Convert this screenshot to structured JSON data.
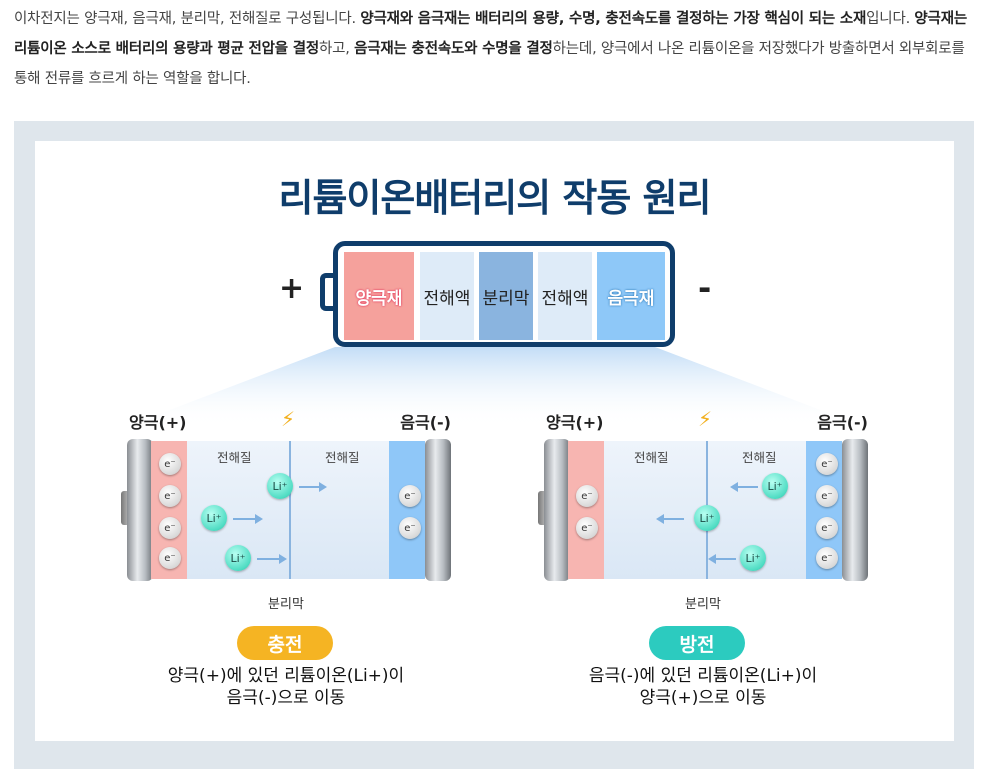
{
  "intro": {
    "s1": "이차전지는 양극재, 음극재, 분리막, 전해질로 구성됩니다. ",
    "s2_bold": "양극재와 음극재는 배터리의 용량, 수명, 충전속도를 결정하는 가장 핵심이 되는 소재",
    "s3": "입니다. ",
    "s4_bold": "양극재는 리튬이온 소스로 배터리의 용량과 평균 전압을 결정",
    "s5": "하고, ",
    "s6_bold": "음극재는 충전속도와 수명을 결정",
    "s7": "하는데, 양극에서 나온 리튬이온을 저장했다가 방출하면서 외부회로를 통해 전류를 흐르게 하는 역할을 합니다."
  },
  "figure": {
    "title": "리튬이온배터리의 작동 원리",
    "plus": "+",
    "minus": "-",
    "cells": {
      "positive": "양극재",
      "electrolyte1": "전해액",
      "separator": "분리막",
      "electrolyte2": "전해액",
      "negative": "음극재"
    },
    "charge": {
      "pole_left": "양극(+)",
      "pole_right": "음극(-)",
      "electrolyte_left": "전해질",
      "electrolyte_right": "전해질",
      "separator": "분리막",
      "badge": "충전",
      "desc_line1": "양극(+)에 있던 리튬이온(Li+)이",
      "desc_line2": "음극(-)으로 이동"
    },
    "discharge": {
      "pole_left": "양극(+)",
      "pole_right": "음극(-)",
      "electrolyte_left": "전해질",
      "electrolyte_right": "전해질",
      "separator": "분리막",
      "badge": "방전",
      "desc_line1": "음극(-)에 있던 리튬이온(Li+)이",
      "desc_line2": "양극(+)으로 이동"
    },
    "electron": "e⁻",
    "ion": "Li⁺",
    "bolt": "⚡"
  }
}
